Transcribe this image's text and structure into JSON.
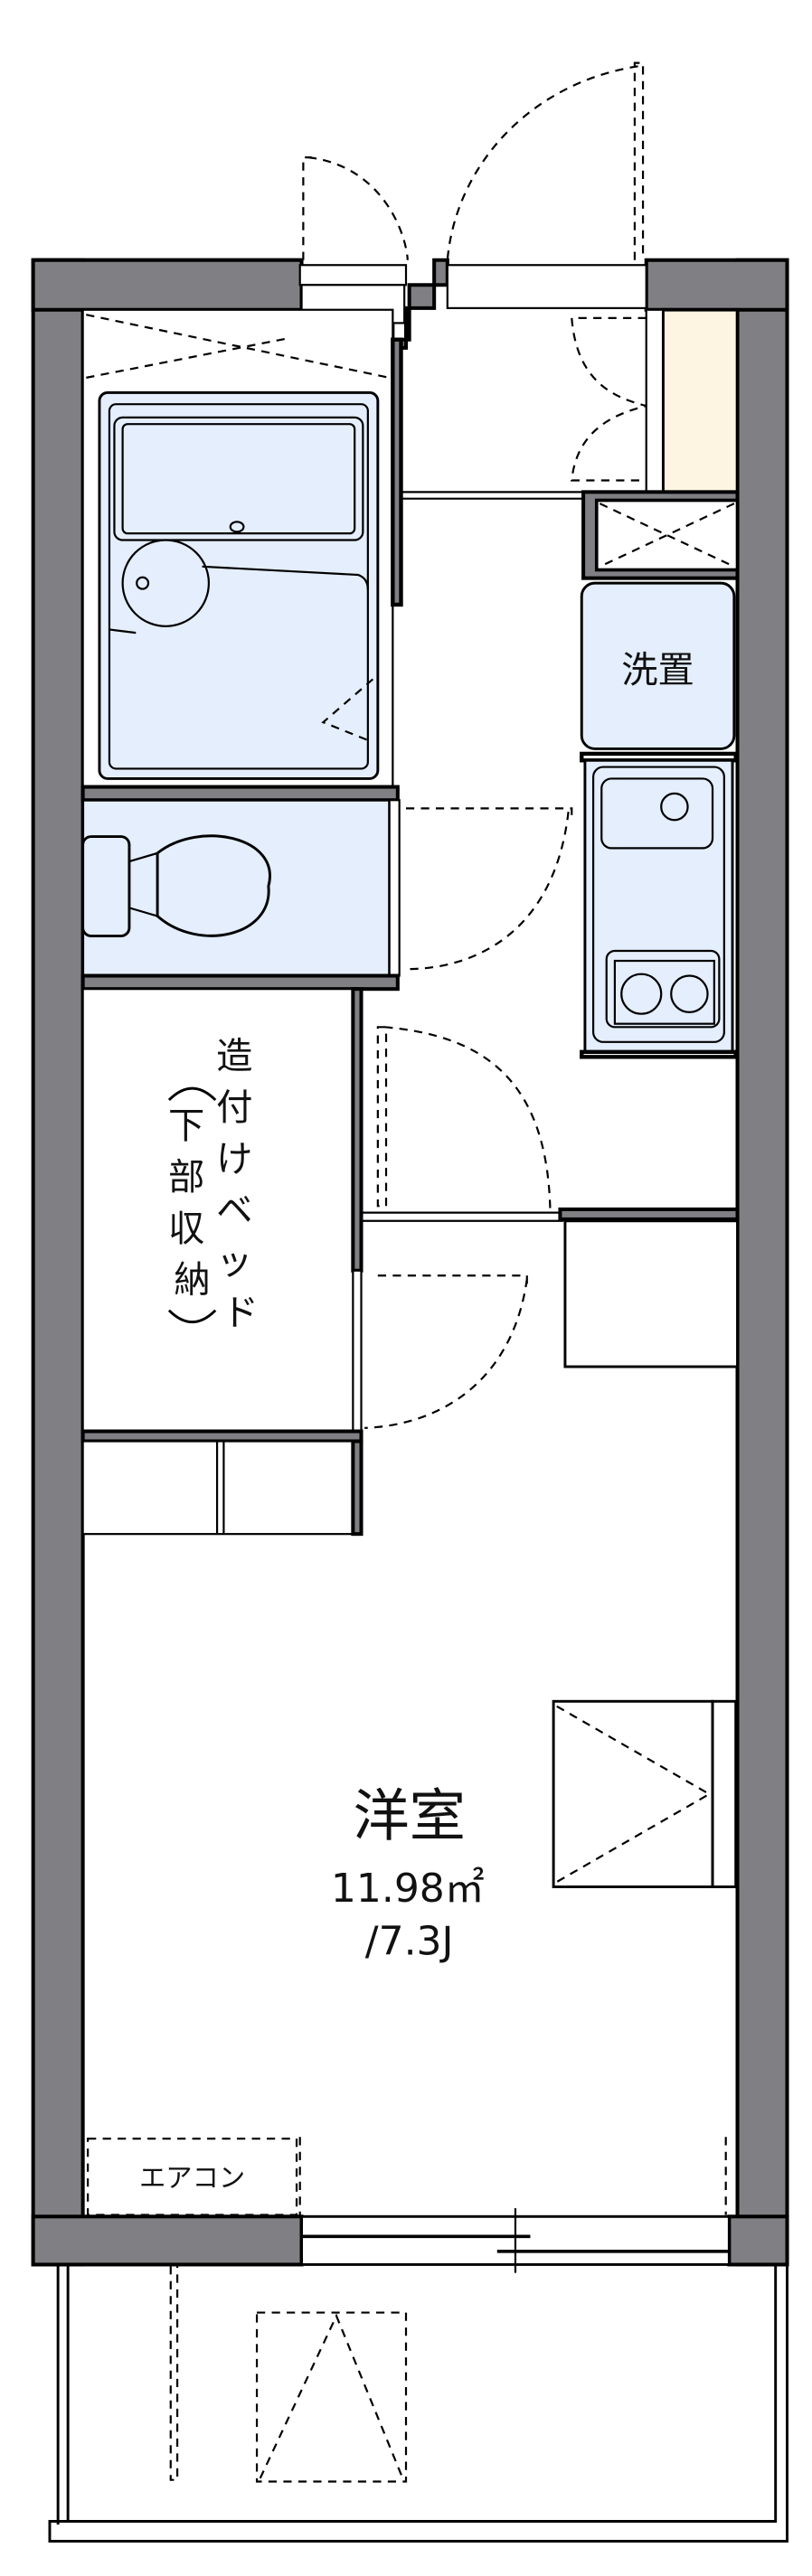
{
  "floorplan": {
    "rooms": {
      "western_room": {
        "name": "洋室",
        "area": "11.98㎡",
        "tatami": "/7.3J"
      },
      "built_in_bed": {
        "label_main": [
          "造",
          "付",
          "け",
          "ベ",
          "ッ",
          "ド"
        ],
        "label_sub": [
          "（",
          "下",
          "部",
          "収",
          "納",
          "）"
        ]
      },
      "washer_space": {
        "label": "洗置"
      },
      "air_conditioner": {
        "label": "エアコン"
      }
    },
    "colors": {
      "wall": "#807f84",
      "fixture": "#e4eefc",
      "shoe_box": "#fef4e2",
      "line": "#000000"
    }
  }
}
